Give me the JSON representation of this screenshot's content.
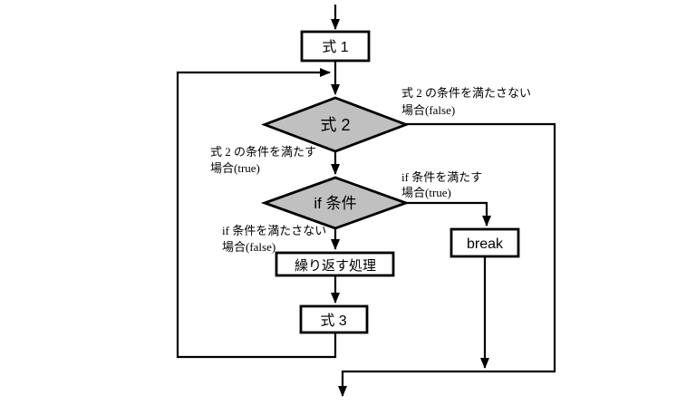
{
  "flowchart": {
    "colors": {
      "background": "#ffffff",
      "line": "#000000",
      "process_fill": "#ffffff",
      "decision_fill": "#c0c0c0",
      "text": "#000000"
    },
    "nodes": {
      "expr1": {
        "label": "式 1",
        "type": "process"
      },
      "expr2": {
        "label": "式 2",
        "type": "decision"
      },
      "if_cond": {
        "label": "if 条件",
        "type": "decision"
      },
      "loop_body": {
        "label": "繰り返す処理",
        "type": "process"
      },
      "expr3": {
        "label": "式 3",
        "type": "process"
      },
      "break_stmt": {
        "label": "break",
        "type": "process"
      }
    },
    "edge_labels": {
      "expr2_false": {
        "line1": "式 2 の条件を満たさない",
        "line2": "場合(false)"
      },
      "expr2_true": {
        "line1": "式 2 の条件を満たす",
        "line2": "場合(true)"
      },
      "if_true": {
        "line1": "if 条件を満たす",
        "line2": "場合(true)"
      },
      "if_false": {
        "line1": "if 条件を満たさない",
        "line2": "場合(false)"
      }
    }
  }
}
